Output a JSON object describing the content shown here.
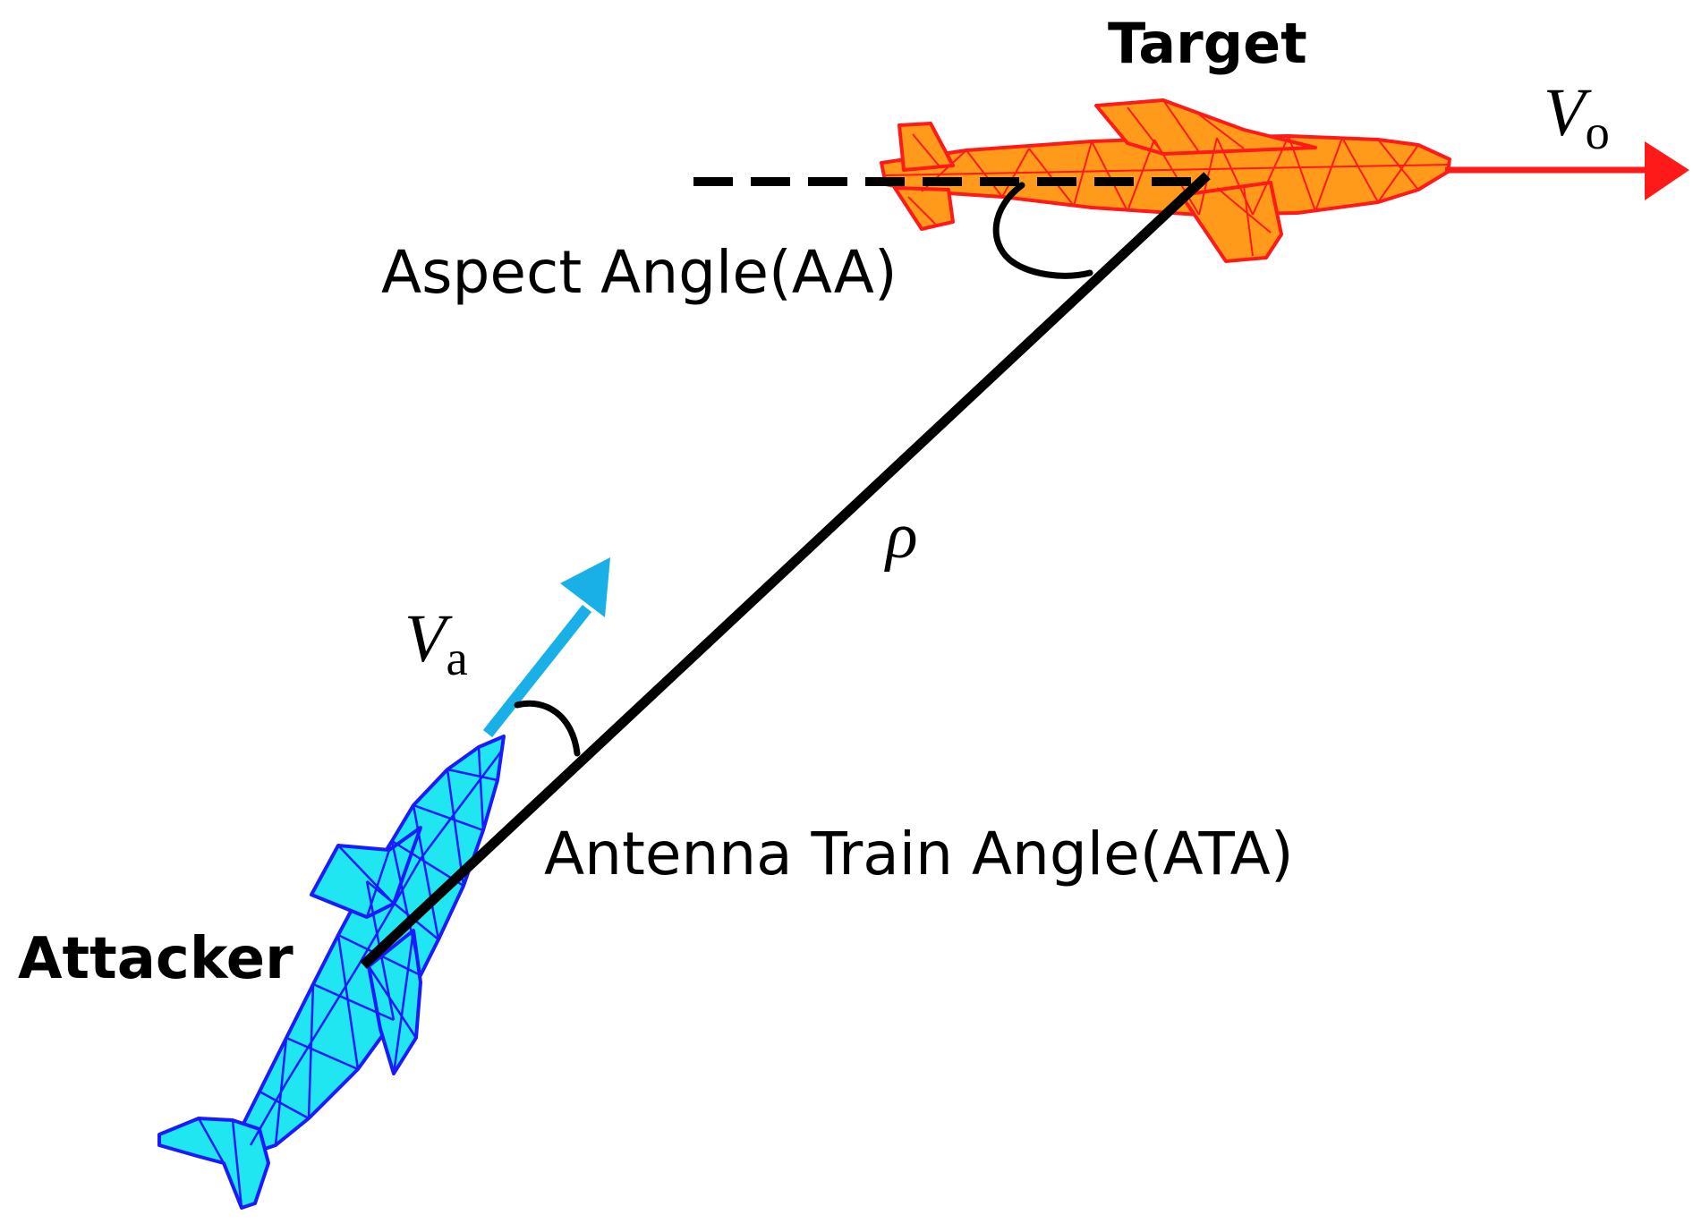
{
  "labels": {
    "target": "Target",
    "attacker": "Attacker",
    "aspect_angle": "Aspect Angle(AA)",
    "antenna_train_angle": "Antenna Train Angle(ATA)",
    "range": "ρ",
    "target_velocity": {
      "symbol": "V",
      "subscript": "o"
    },
    "attacker_velocity": {
      "symbol": "V",
      "subscript": "a"
    }
  },
  "colors": {
    "target_outline": "#ff1a1a",
    "target_fill": "#ff9a1a",
    "target_velocity_arrow": "#ff1a1a",
    "attacker_outline": "#1a1aff",
    "attacker_fill": "#1fe6f0",
    "attacker_velocity_arrow": "#19b0e8",
    "line_of_sight": "#000000"
  }
}
